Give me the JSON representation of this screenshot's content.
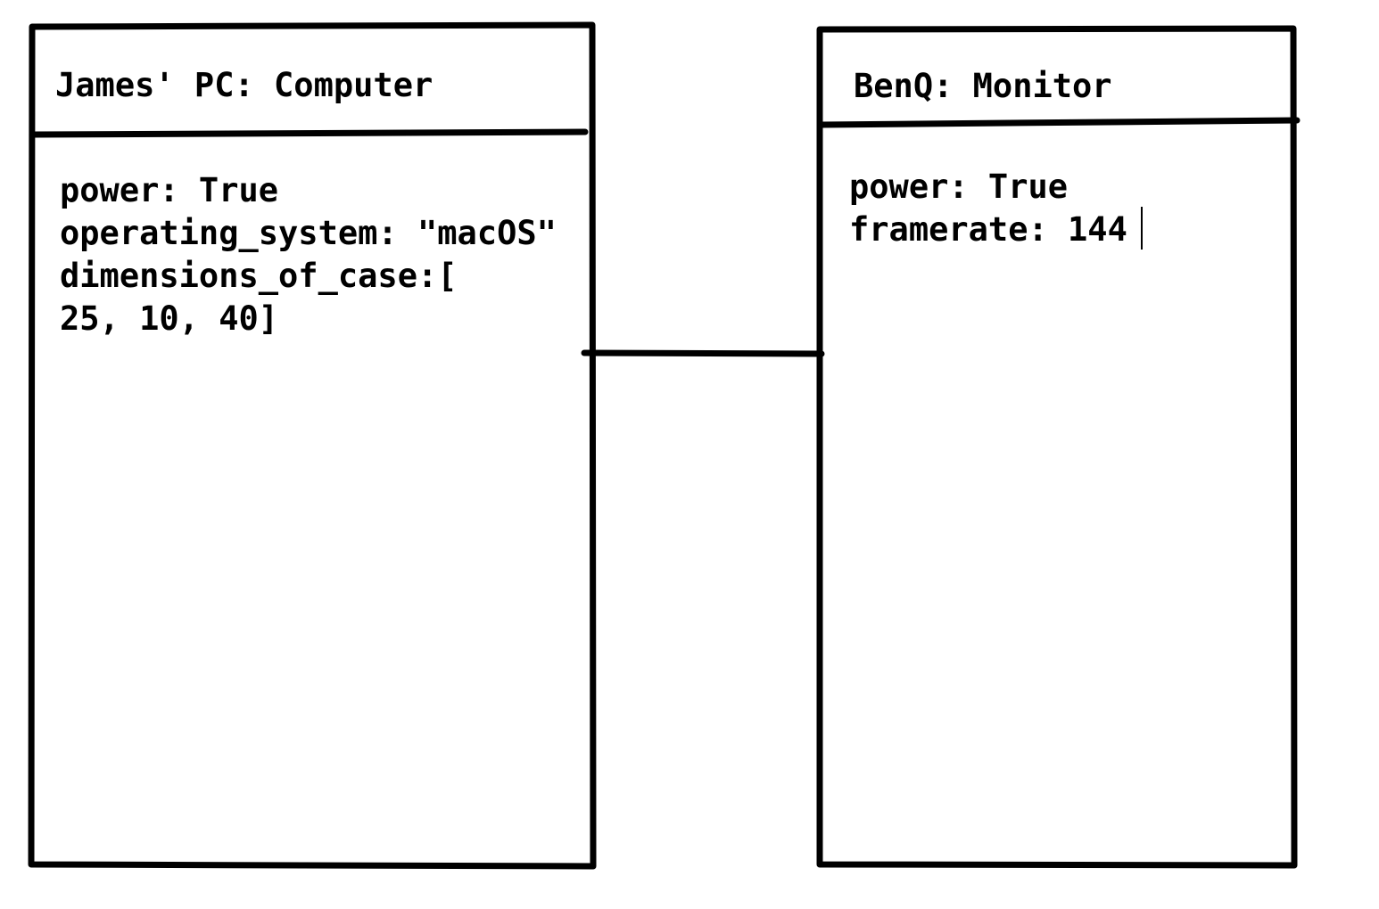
{
  "objects": [
    {
      "title": "James' PC: Computer",
      "attributes": [
        "power: True",
        "operating_system: \"macOS\"",
        "dimensions_of_case:[",
        "25, 10, 40]"
      ]
    },
    {
      "title": "BenQ: Monitor",
      "attributes": [
        "power: True",
        "framerate: 144"
      ]
    }
  ],
  "colors": {
    "stroke": "#000000",
    "background": "#ffffff"
  }
}
